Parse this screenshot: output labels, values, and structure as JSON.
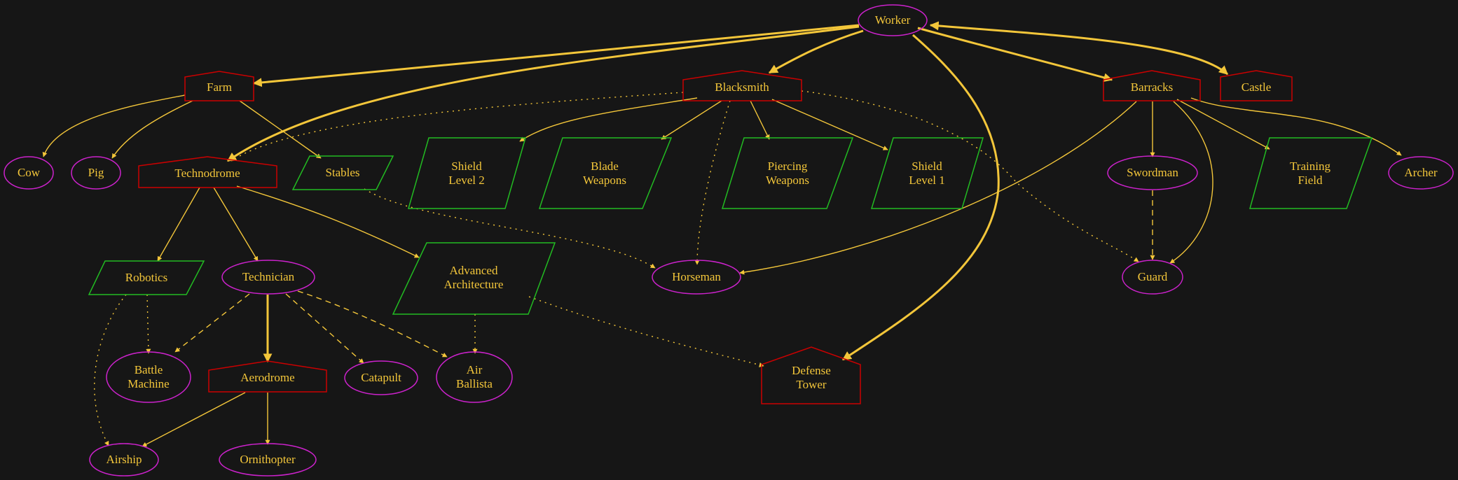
{
  "colors": {
    "background": "#161616",
    "unit": "#cc22cc",
    "building": "#cc0000",
    "research": "#22bb22",
    "text": "#f3c63a",
    "edge": "#f3c63a"
  },
  "nodes": {
    "worker": "Worker",
    "farm": "Farm",
    "blacksmith": "Blacksmith",
    "barracks": "Barracks",
    "castle": "Castle",
    "cow": "Cow",
    "pig": "Pig",
    "technodrome": "Technodrome",
    "stables": "Stables",
    "shield_level_2": [
      "Shield",
      "Level 2"
    ],
    "blade_weapons": [
      "Blade",
      "Weapons"
    ],
    "piercing_weapons": [
      "Piercing",
      "Weapons"
    ],
    "shield_level_1": [
      "Shield",
      "Level 1"
    ],
    "swordman": "Swordman",
    "training_field": [
      "Training",
      "Field"
    ],
    "archer": "Archer",
    "robotics": "Robotics",
    "technician": "Technician",
    "advanced_architecture": [
      "Advanced",
      "Architecture"
    ],
    "horseman": "Horseman",
    "guard": "Guard",
    "battle_machine": [
      "Battle",
      "Machine"
    ],
    "aerodrome": "Aerodrome",
    "catapult": "Catapult",
    "air_ballista": [
      "Air",
      "Ballista"
    ],
    "defense_tower": [
      "Defense",
      "Tower"
    ],
    "airship": "Airship",
    "ornithopter": "Ornithopter"
  }
}
